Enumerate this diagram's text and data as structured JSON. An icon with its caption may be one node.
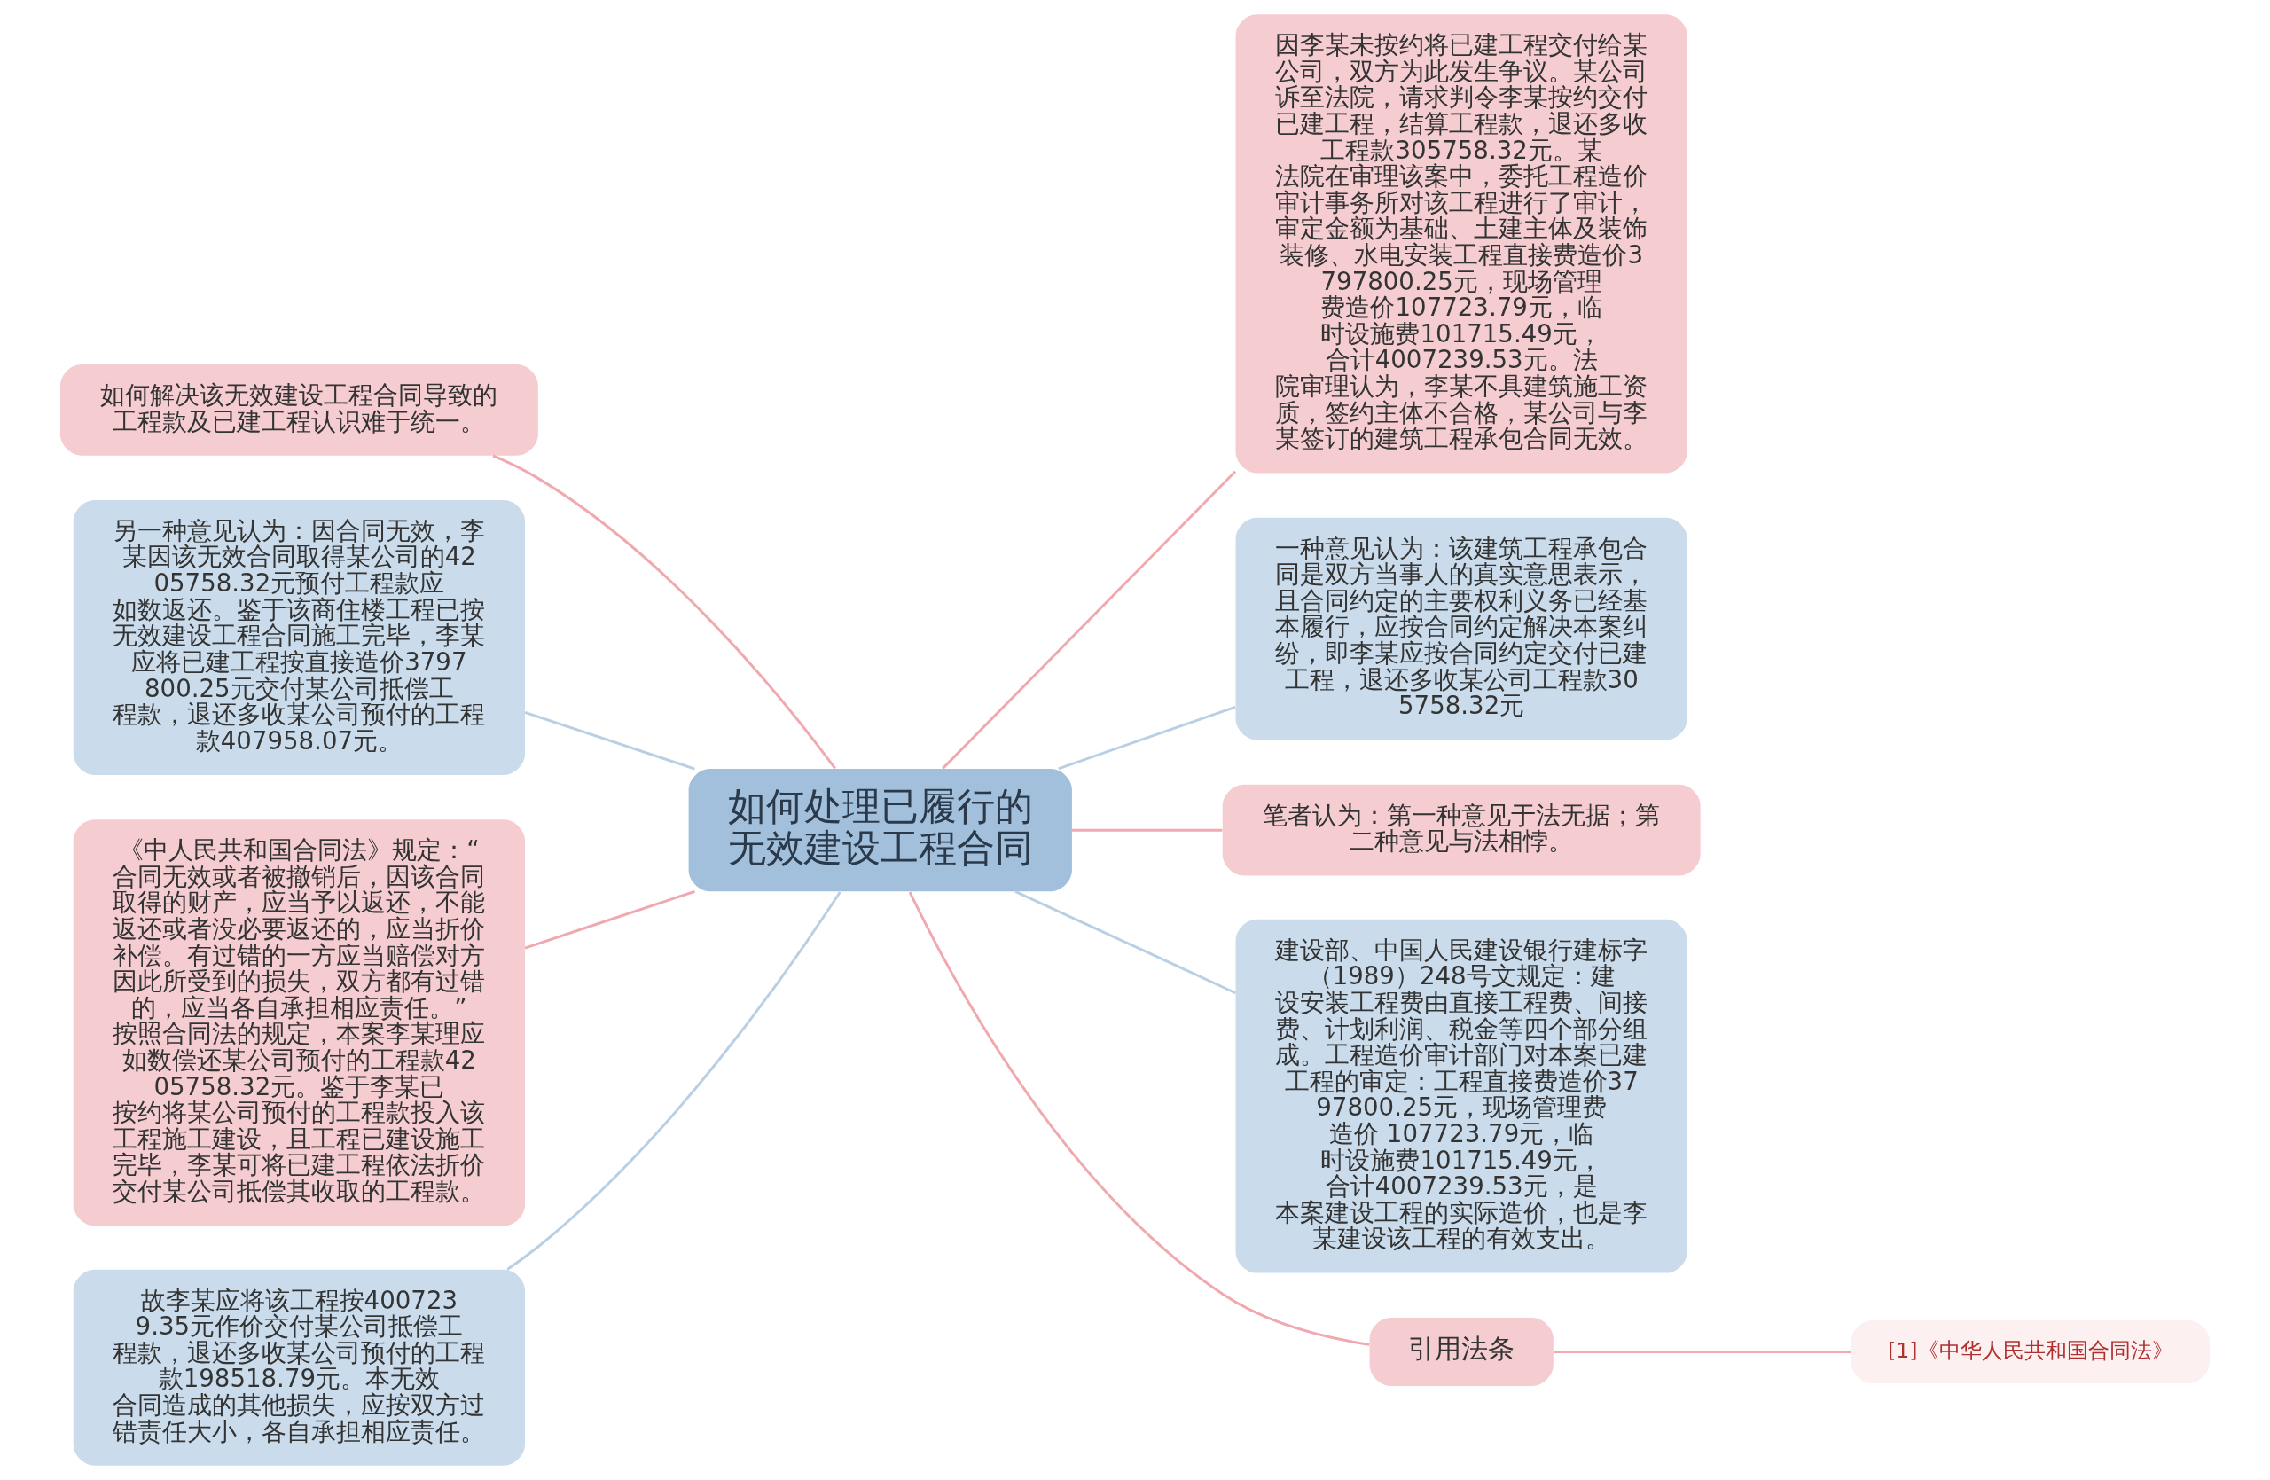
{
  "diagram": {
    "nodes": [
      {
        "text": [
          "如何处理已履行的无效建设工程合同"
        ]
      },
      {
        "text": [
          "因李某未按约将已建工程交付给某公司，双方为此发生争议。某公司诉至法院，请求判令李某按约交付已建工程，结算工程款，退还多收工程款305758.32元。某法院在审理该案中，委托工程造价审计事务所对该工程进行了审计，审定金额为基础、土建主体及装饰装修、水电安装工程直接费造价3797800.25元，现场管理费造价107723.79元，临时设施费101715.49元，合计4007239.53元。法院审理认为，李某不具建筑施工资质，签约主体不合格，某公司与李某签订的建筑工程承包合同无效。"
        ]
      },
      {
        "text": [
          "一种意见认为：该建筑工程承包合同是双方当事人的真实意思表示，且合同约定的主要权利义务已经基本履行，应按合同约定解决本案纠纷，即李某应按合同约定交付已建工程，退还多收某公司工程款305758.32元"
        ]
      },
      {
        "text": [
          "笔者认为：第一种意见于法无据；第二种意见与法相悖。"
        ]
      },
      {
        "text": [
          "建设部、中国人民建设银行建标字（1989）248号文规定：建设安装工程费由直接工程费、间接费、计划利润、税金等四个部分组成。工程造价审计部门对本案已建工程的审定：工程直接费造价3797800.25元，现场管理费造价 107723.79元，临时设施费101715.49元，合计4007239.53元，是本案建设工程的实际造价，也是李某建设该工程的有效支出。"
        ]
      },
      {
        "text": [
          "引用法条"
        ]
      },
      {
        "text": [
          "[1]《中华人民共和国合同法》"
        ]
      },
      {
        "text": [
          "如何解决该无效建设工程合同导致的工程款及已建工程认识难于统一。"
        ]
      },
      {
        "text": [
          "另一种意见认为：因合同无效，李某因该无效合同取得某公司的4205758.32元预付工程款应如数返还。鉴于该商住楼工程已按无效建设工程合同施工完毕，李某应将已建工程按直接造价3797800.25元交付某公司抵偿工程款，退还多收某公司预付的工程款407958.07元。"
        ]
      },
      {
        "text": [
          "《中人民共和国合同法》规定：“合同无效或者被撤销后，因该合同取得的财产，应当予以返还，不能返还或者没必要返还的，应当折价补偿。有过错的一方应当赔偿对方因此所受到的损失，双方都有过错的，应当各自承担相应责任。” 按照合同法的规定，本案李某理应如数偿还某公司预付的工程款4205758.32元。鉴于李某已按约将某公司预付的工程款投入该工程施工建设，且工程已建设施工完毕，李某可将已建工程依法折价交付某公司抵偿其收取的工程款。"
        ]
      },
      {
        "text": [
          "故李某应将该工程按4007239.35元作价交付某公司抵偿工程款，退还多收某公司预付的工程款198518.79元。本无效合同造成的其他损失，应按双方过错责任大小，各自承担相应责任。"
        ]
      }
    ],
    "edges": [
      {
        "from": 0,
        "to": 7,
        "arrow": "none"
      },
      {
        "from": 0,
        "to": 8,
        "arrow": "none",
        "color": "#b9cfe4"
      },
      {
        "from": 0,
        "to": 9,
        "arrow": "none"
      },
      {
        "from": 0,
        "to": 10,
        "arrow": "none",
        "color": "#b9cfe4"
      },
      {
        "from": 0,
        "to": 1,
        "arrow": "none"
      },
      {
        "from": 0,
        "to": 2,
        "arrow": "none",
        "color": "#b9cfe4"
      },
      {
        "from": 0,
        "to": 3,
        "arrow": "none"
      },
      {
        "from": 0,
        "to": 4,
        "arrow": "none",
        "color": "#b9cfe4"
      },
      {
        "from": 0,
        "to": 5,
        "arrow": "none"
      },
      {
        "from": 5,
        "to": 6,
        "arrow": "none"
      }
    ]
  }
}
